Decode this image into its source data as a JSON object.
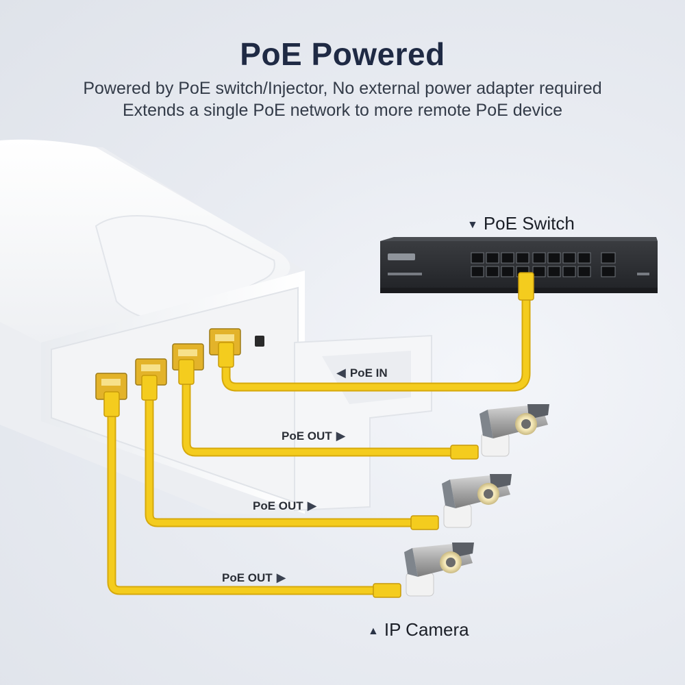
{
  "header": {
    "title": "PoE Powered",
    "subtitle_line1": "Powered by PoE switch/Injector, No external power adapter required",
    "subtitle_line2": "Extends a single PoE network to more remote PoE device"
  },
  "labels": {
    "switch": "PoE Switch",
    "poe_in": "PoE IN",
    "poe_out_1": "PoE OUT",
    "poe_out_2": "PoE OUT",
    "poe_out_3": "PoE OUT",
    "camera": "IP Camera"
  },
  "icons": {
    "switch_marker": "triangle-down-icon",
    "camera_marker": "triangle-up-icon",
    "in_arrow": "arrow-left-icon",
    "out_arrow": "arrow-right-icon"
  },
  "colors": {
    "cable": "#f4cc1e",
    "cable_shadow": "#d6a90c",
    "switch_body": "#2d2f33",
    "extender_body": "#f7f8fa",
    "title": "#1f2a44"
  }
}
